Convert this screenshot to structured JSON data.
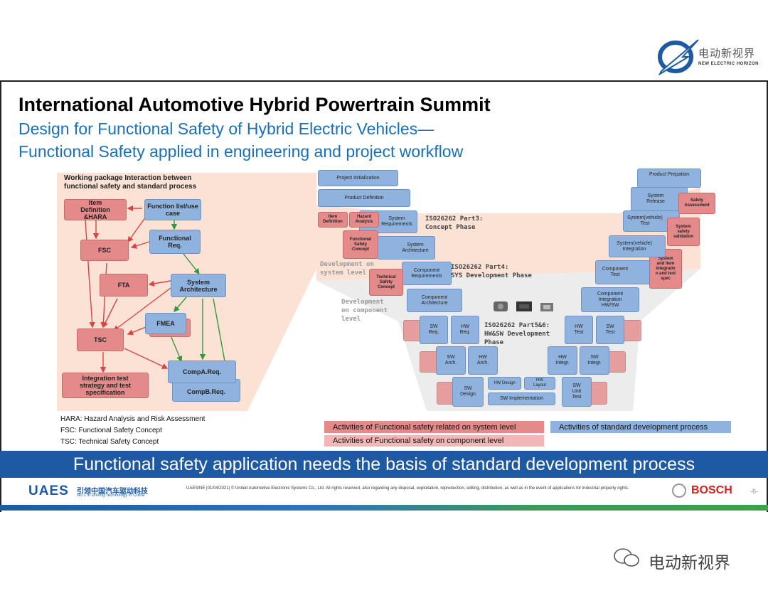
{
  "watermark": {
    "cn": "电动新视界",
    "en": "NEW ELECTRIC HORIZON"
  },
  "slide": {
    "title": "International Automotive Hybrid Powertrain Summit",
    "subtitle_1": "Design for Functional Safety of Hybrid Electric Vehicles—",
    "subtitle_2": "Functional Safety applied in engineering and project workflow"
  },
  "left_diagram": {
    "heading_1": "Working package Interaction between",
    "heading_2": "functional safety and standard process",
    "item_def_1": "Item",
    "item_def_2": "Definition",
    "item_def_3": "&HARA",
    "function_list_1": "Function list/use",
    "function_list_2": "case",
    "fsc": "FSC",
    "functional_req_1": "Functional",
    "functional_req_2": "Req.",
    "fta": "FTA",
    "system_arch_1": "System",
    "system_arch_2": "Architecture",
    "fmea": "FMEA",
    "tsc": "TSC",
    "comp_a": "CompA.Req.",
    "comp_b": "CompB.Req.",
    "integration_1": "Integration test",
    "integration_2": "strategy and test",
    "integration_3": "specification",
    "abbr_hara": "HARA: Hazard Analysis and Risk Assessment",
    "abbr_fsc": "FSC: Functional Safety Concept",
    "abbr_tsc": "TSC: Technical Safety Concept"
  },
  "v_model": {
    "project_init": "Project Initialization",
    "product_def": "Product Definition",
    "item_definition": [
      "Item",
      "Definition"
    ],
    "hazard_analysis": [
      "Hazard",
      "Analysis"
    ],
    "system_requirements": [
      "System",
      "Requirements"
    ],
    "phase3": [
      "ISO26262 Part3:",
      "Concept Phase"
    ],
    "functional_safety_concept": [
      "Functional",
      "Safety",
      "Concept"
    ],
    "system_architecture": [
      "System",
      "Architecture"
    ],
    "dev_system": [
      "Development on",
      "system level"
    ],
    "component_requirements": [
      "Component",
      "Requirements"
    ],
    "phase4": [
      "ISO26262 Part4:",
      "SYS Development Phase"
    ],
    "technical_safety_concept": [
      "Technical",
      "Safety",
      "Concept"
    ],
    "dev_component": [
      "Development",
      "on component",
      "level"
    ],
    "component_architecture": [
      "Component",
      "Architecture"
    ],
    "phase56": [
      "ISO26262 Part5&6:",
      "HW&SW Development",
      "Phase"
    ],
    "sw_req": [
      "SW",
      "Req."
    ],
    "hw_req": [
      "HW",
      "Req."
    ],
    "sw_arch": [
      "SW",
      "Arch."
    ],
    "hw_arch": [
      "HW",
      "Arch."
    ],
    "sw_design": [
      "SW",
      "Design"
    ],
    "hw_design": "HW Design",
    "hw_layout": [
      "HW",
      "Layout"
    ],
    "sw_implementation": "SW Implementation",
    "sw_unit_test": [
      "SW",
      "Unit",
      "Test"
    ],
    "hw_integr": [
      "HW",
      "Integr."
    ],
    "sw_integr": [
      "SW",
      "Integr."
    ],
    "hw_test": [
      "HW",
      "Test"
    ],
    "sw_test": [
      "SW",
      "Test"
    ],
    "component_integration": [
      "Component",
      "Integration",
      "HW/SW"
    ],
    "component_test": [
      "Component",
      "Test"
    ],
    "system_integration": [
      "System(vehicle)",
      "Integration"
    ],
    "system_test": [
      "System(vehicle)",
      "Test"
    ],
    "system_release": [
      "System",
      "Release"
    ],
    "product_preparation": "Product Prepation",
    "safety_assessment": [
      "Safety",
      "Assessment"
    ],
    "system_safety_validation": [
      "System",
      "safety",
      "validation"
    ],
    "system_item_integration": [
      "System",
      "and item",
      "integratio",
      "n and test",
      "spec"
    ]
  },
  "legend": {
    "fs_system": "Activities of Functional safety related on system level",
    "standard": "Activities of standard development process",
    "fs_component": "Activities of Functional safety on component level"
  },
  "banner": "Functional safety application needs the basis of standard development process",
  "footer": {
    "uaes": "UAES",
    "uaes_cn": "引领中国汽车驱动科技",
    "uaes_en": "No.1 in Driving Technology in China",
    "copyright": "UAES/NE |01/04/2021| © United Automotive Electronic Systems Co., Ltd.  All rights reserved, also regarding any disposal, exploitation, reproduction, editing, distribution, as well as in the event of applications for industrial property rights.",
    "bosch": "BOSCH",
    "page": "-6-"
  },
  "wechat": "电动新视界",
  "colors": {
    "red": "#e58a8a",
    "blue": "#8fb3de",
    "banner": "#1d5aa3",
    "title_blue": "#1b6fb8"
  }
}
